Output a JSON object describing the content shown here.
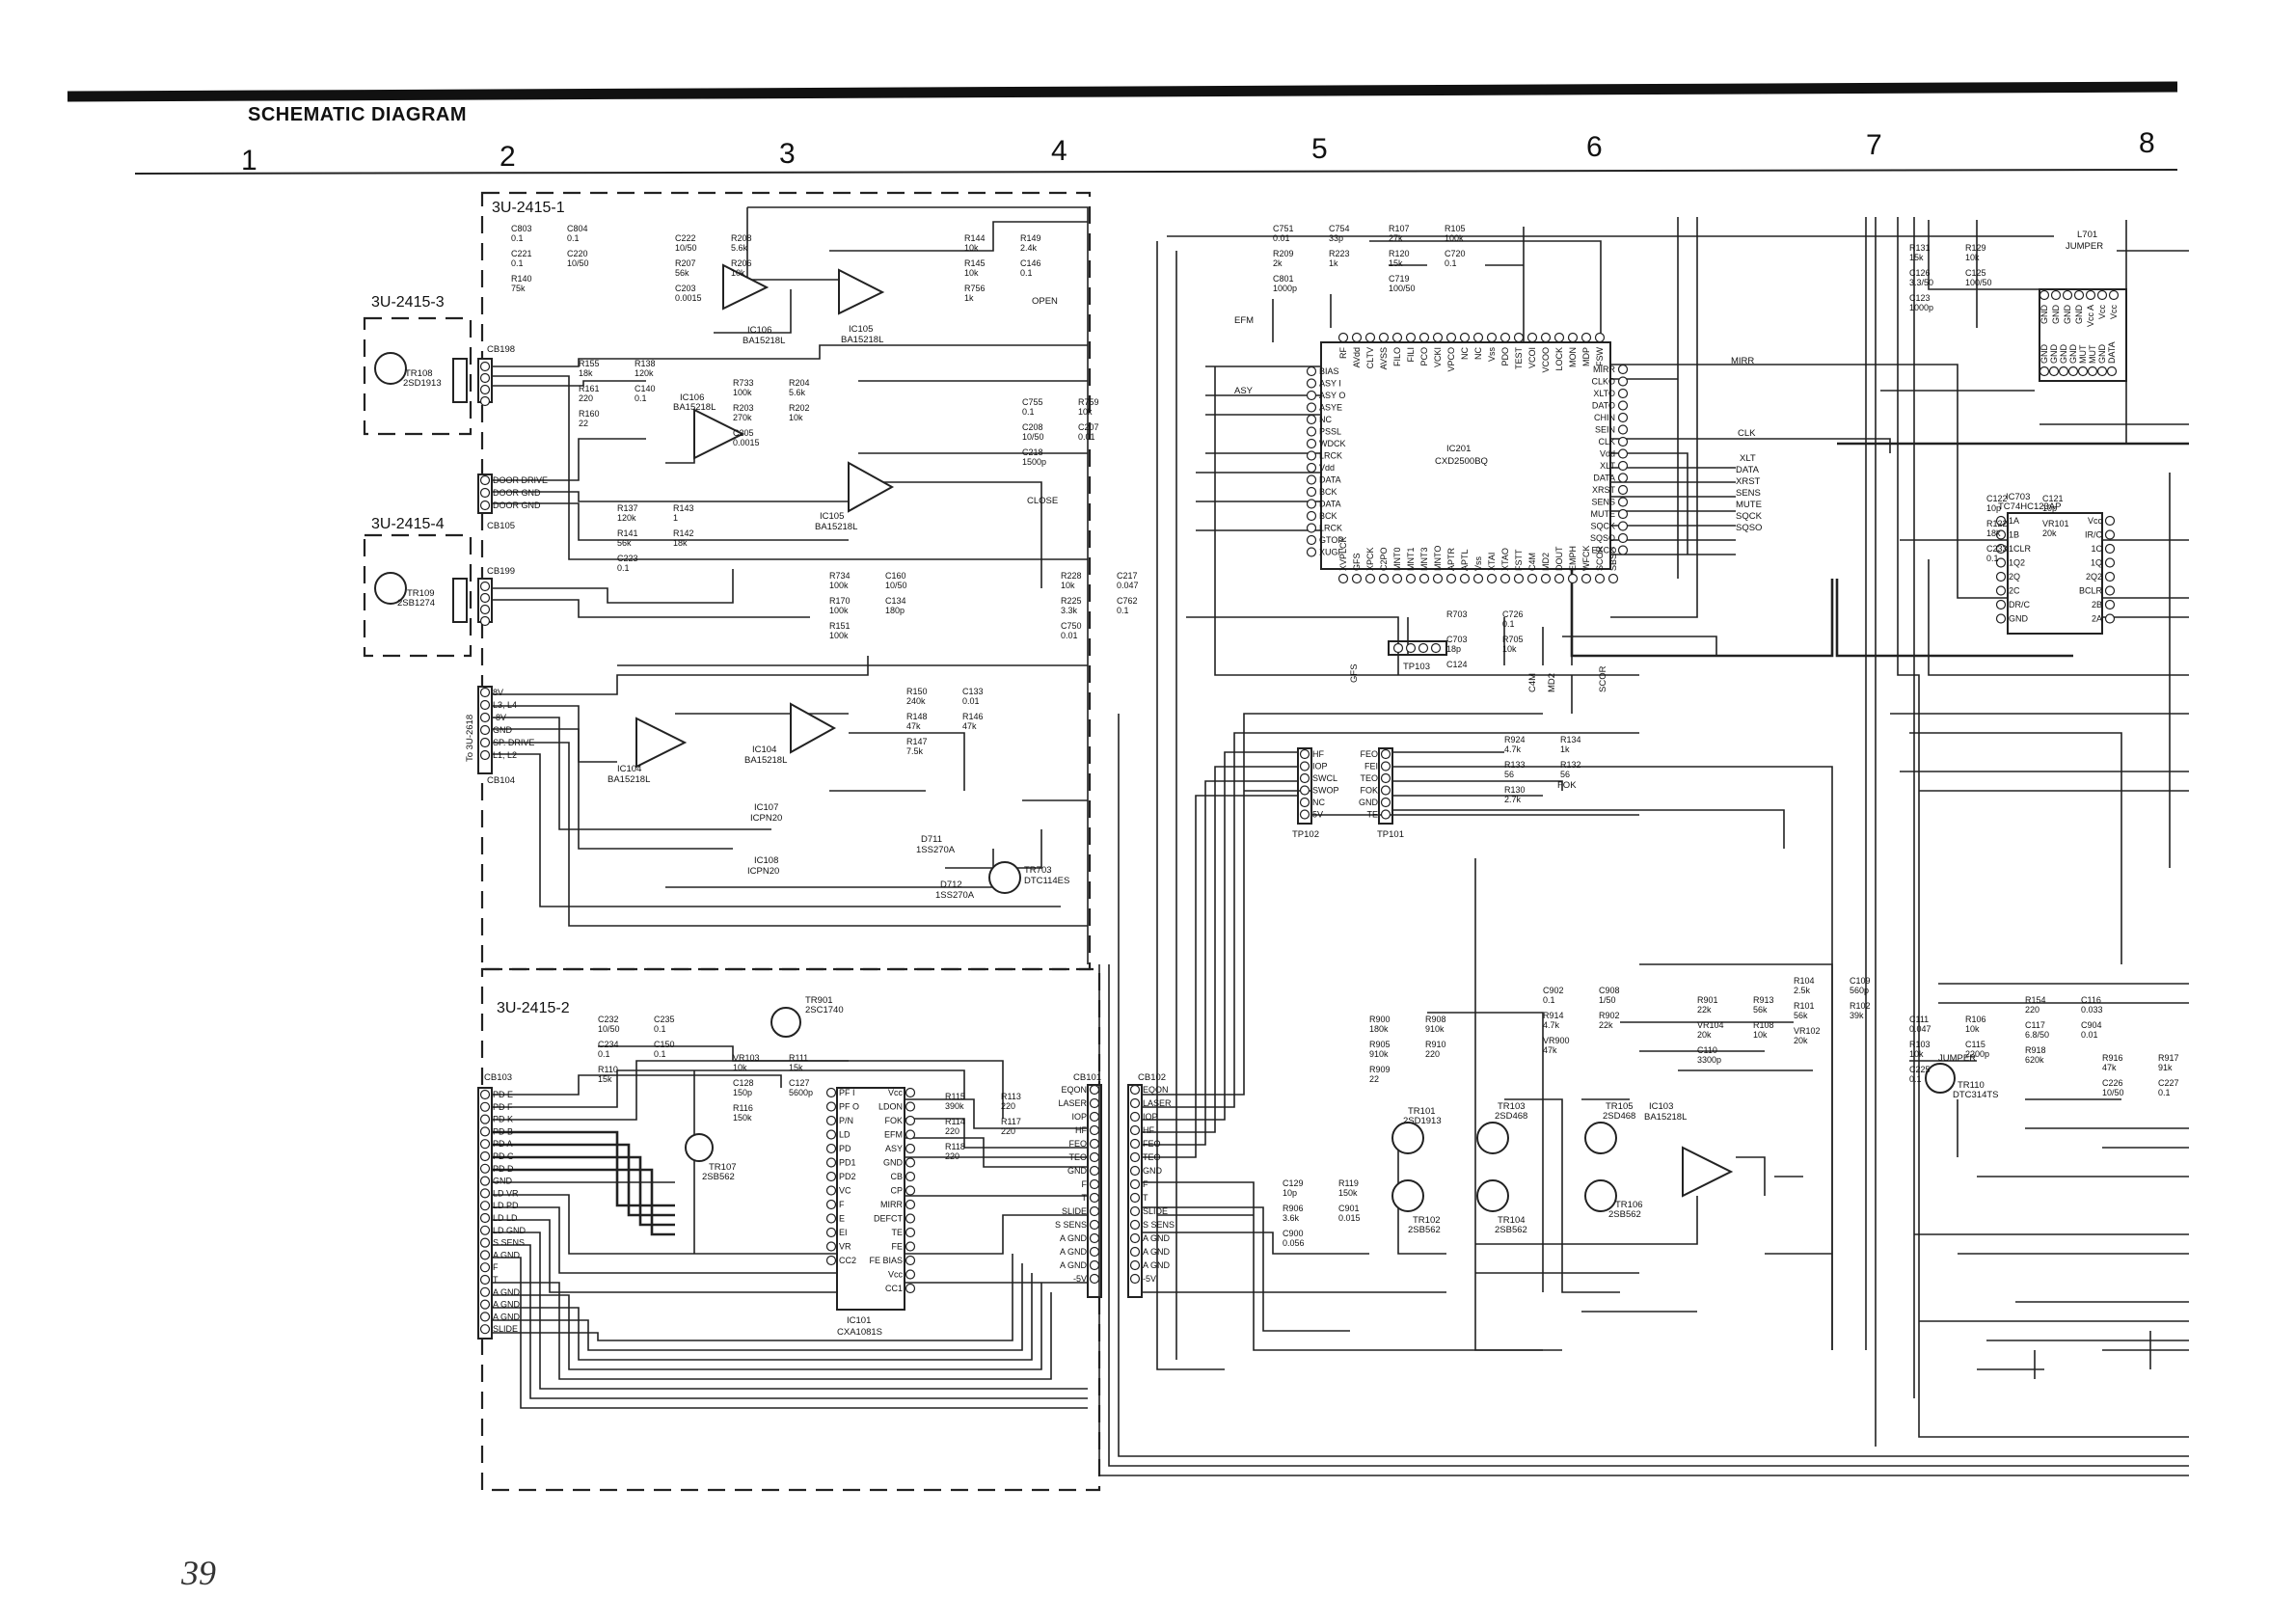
{
  "title": "SCHEMATIC DIAGRAM",
  "page_number": "39",
  "columns": [
    "1",
    "2",
    "3",
    "4",
    "5",
    "6",
    "7",
    "8"
  ],
  "blocks": {
    "b1": "3U-2415-1",
    "b2": "3U-2415-2",
    "b3": "3U-2415-3",
    "b4": "3U-2415-4"
  },
  "ic201": {
    "name": "IC201",
    "part": "CXD2500BQ",
    "left_pins": [
      "BIAS",
      "ASY I",
      "ASY O",
      "ASYE",
      "NC",
      "PSSL",
      "WDCK",
      "LRCK",
      "Vdd",
      "DATA",
      "BCK",
      "DATA",
      "BCK",
      "LRCK",
      "GTOP",
      "XUGF"
    ],
    "right_pins": [
      "MIRR",
      "CLKO",
      "XLTO",
      "DATO",
      "CHIN",
      "SEIN",
      "CLK",
      "Vdd",
      "XLT",
      "DATA",
      "XRST",
      "SENS",
      "MUTE",
      "SQCK",
      "SQSO",
      "EXCK"
    ],
    "top_pins": [
      "RF",
      "AVdd",
      "CLTV",
      "AVSS",
      "FILO",
      "FILI",
      "PCO",
      "VCKI",
      "VPCO",
      "NC",
      "NC",
      "Vss",
      "PDO",
      "TEST",
      "VCOI",
      "VCOO",
      "LOCK",
      "MON",
      "MDP",
      "FSW"
    ],
    "bottom_pins": [
      "XVPLCK",
      "GFS",
      "XPCK",
      "C2PO",
      "MNT0",
      "MNT1",
      "MNT3",
      "MNTO",
      "APTR",
      "APTL",
      "Vss",
      "XTAI",
      "XTAO",
      "FSTT",
      "C4M",
      "MD2",
      "DOUT",
      "EMPH",
      "WFCK",
      "SCOR",
      "SBSO"
    ]
  },
  "ic703": {
    "name": "IC703",
    "part": "TC74HC123AP",
    "left_pins": [
      "1A",
      "1B",
      "1CLR",
      "1Q2",
      "2Q",
      "2C",
      "DR/C",
      "GND"
    ],
    "right_pins": [
      "Vcc",
      "IR/C",
      "1C",
      "1Q",
      "2Q2",
      "BCLR",
      "2B",
      "2A"
    ]
  },
  "ic101": {
    "name": "IC101",
    "part": "CXA1081S",
    "left_pins": [
      "PF I",
      "PF O",
      "P/N",
      "LD",
      "PD",
      "PD1",
      "PD2",
      "VC",
      "F",
      "E",
      "EI",
      "VR",
      "CC2"
    ],
    "right_pins": [
      "Vcc",
      "LDON",
      "FOK",
      "EFM",
      "ASY",
      "GND",
      "CB",
      "CP",
      "MIRR",
      "DEFCT",
      "TE",
      "FE",
      "FE BIAS",
      "Vcc",
      "CC1"
    ]
  },
  "connectors": {
    "cn101": {
      "name": "CB101",
      "pins": [
        "EQON",
        "LASER",
        "IOP",
        "HF",
        "FEO",
        "TEO",
        "GND",
        "F",
        "T",
        "SLIDE",
        "S SENS",
        "A GND",
        "A GND",
        "A GND",
        "-5V"
      ]
    },
    "cn102": {
      "name": "CB102",
      "pins": [
        "EQON",
        "LASER",
        "IOP",
        "HF",
        "FEO",
        "TEO",
        "GND",
        "F",
        "T",
        "SLIDE",
        "S SENS",
        "A GND",
        "A GND",
        "A GND",
        "-5V"
      ]
    },
    "cn103": {
      "name": "CB103",
      "pins": [
        "PD E",
        "PD F",
        "PD K",
        "PD B",
        "PD A",
        "PD C",
        "PD D",
        "GND",
        "LD VR",
        "LD PD",
        "LD LD",
        "LD GND",
        "S SENS",
        "A GND",
        "F",
        "T",
        "A GND",
        "A GND",
        "A GND",
        "SLIDE"
      ]
    },
    "cn104": {
      "name": "CB104",
      "label": "To 3U-2618",
      "pins": [
        "8V",
        "L3, L4",
        "-8V",
        "GND",
        "SP. DRIVE",
        "L1, L2"
      ]
    },
    "cn105": {
      "name": "CB105",
      "pins": [
        "DOOR DRIVE",
        "DOOR GND",
        "DOOR GND"
      ]
    },
    "cn198": {
      "name": "CB198"
    },
    "cn199": {
      "name": "CB199"
    }
  },
  "tp101": {
    "name": "TP101",
    "pins": [
      "FEO",
      "FEI",
      "TEO",
      "FOK",
      "GND",
      "TE"
    ]
  },
  "tp102": {
    "name": "TP102",
    "pins": [
      "HF",
      "IOP",
      "SWCL",
      "SWOP",
      "NC",
      "5V"
    ]
  },
  "tp103": {
    "name": "TP103"
  },
  "ic7xx": {
    "left_pins": [
      "GND",
      "GND",
      "GND",
      "GND",
      "MUT",
      "MUT",
      "GND",
      "DATA"
    ],
    "top_pins": [
      "GND",
      "GND",
      "GND",
      "GND",
      "Vcc A",
      "Vcc",
      "Vcc"
    ]
  },
  "transistors": [
    {
      "ref": "TR108",
      "part": "2SD1913"
    },
    {
      "ref": "TR109",
      "part": "2SB1274"
    },
    {
      "ref": "TR703",
      "part": "DTC114ES"
    },
    {
      "ref": "TR901",
      "part": "2SC1740"
    },
    {
      "ref": "TR107",
      "part": "2SB562"
    },
    {
      "ref": "TR101",
      "part": "2SD1913"
    },
    {
      "ref": "TR102",
      "part": "2SB562"
    },
    {
      "ref": "TR103",
      "part": "2SD468"
    },
    {
      "ref": "TR104",
      "part": "2SB562"
    },
    {
      "ref": "TR105",
      "part": "2SD468"
    },
    {
      "ref": "TR106",
      "part": "2SB562"
    },
    {
      "ref": "TR110",
      "part": "DTC314TS"
    }
  ],
  "opamps": [
    {
      "ref": "IC106",
      "part": "BA15218L"
    },
    {
      "ref": "IC105",
      "part": "BA15218L"
    },
    {
      "ref": "IC106",
      "part": "BA15218L"
    },
    {
      "ref": "IC105",
      "part": "BA15218L"
    },
    {
      "ref": "IC104",
      "part": "BA15218L"
    },
    {
      "ref": "IC104",
      "part": "BA15218L"
    },
    {
      "ref": "IC103",
      "part": "BA15218L"
    }
  ],
  "labels": {
    "efm": "EFM",
    "asy": "ASY",
    "open": "OPEN",
    "close": "CLOSE",
    "mirr": "MIRR",
    "clk": "CLK",
    "xlt": "XLT",
    "data": "DATA",
    "xrst": "XRST",
    "sens": "SENS",
    "mute": "MUTE",
    "sqck": "SQCK",
    "sqso": "SQSO",
    "fok": "FOK",
    "gfs": "GFS",
    "c4m": "C4M",
    "md2": "MD2",
    "scor": "SCOR",
    "jumper1": "JUMPER",
    "jumper2": "JUMPER",
    "l701": "L701",
    "ic107": "IC107",
    "ic107_part": "ICPN20",
    "ic108": "IC108",
    "ic108_part": "ICPN20",
    "d711": "D711",
    "d711_part": "1SS270A",
    "d712": "D712",
    "d712_part": "1SS270A"
  },
  "components": [
    {
      "ref": "C803",
      "val": "0.1"
    },
    {
      "ref": "C804",
      "val": "0.1"
    },
    {
      "ref": "C221",
      "val": "0.1"
    },
    {
      "ref": "C220",
      "val": "10/50"
    },
    {
      "ref": "R140",
      "val": "75k"
    },
    {
      "ref": "R155",
      "val": "18k"
    },
    {
      "ref": "R138",
      "val": "120k"
    },
    {
      "ref": "R161",
      "val": "220"
    },
    {
      "ref": "C140",
      "val": "0.1"
    },
    {
      "ref": "R160",
      "val": "22"
    },
    {
      "ref": "R137",
      "val": "120k"
    },
    {
      "ref": "R143",
      "val": "1"
    },
    {
      "ref": "R141",
      "val": "56k"
    },
    {
      "ref": "R142",
      "val": "18k"
    },
    {
      "ref": "C223",
      "val": "0.1"
    },
    {
      "ref": "C222",
      "val": "10/50"
    },
    {
      "ref": "R208",
      "val": "5.6k"
    },
    {
      "ref": "R207",
      "val": "56k"
    },
    {
      "ref": "R206",
      "val": "10k"
    },
    {
      "ref": "C203",
      "val": "0.0015"
    },
    {
      "ref": "R733",
      "val": "100k"
    },
    {
      "ref": "R204",
      "val": "5.6k"
    },
    {
      "ref": "R203",
      "val": "270k"
    },
    {
      "ref": "R202",
      "val": "10k"
    },
    {
      "ref": "C205",
      "val": "0.0015"
    },
    {
      "ref": "R734",
      "val": "100k"
    },
    {
      "ref": "C160",
      "val": "10/50"
    },
    {
      "ref": "R170",
      "val": "100k"
    },
    {
      "ref": "C134",
      "val": "180p"
    },
    {
      "ref": "R151",
      "val": "100k"
    },
    {
      "ref": "R150",
      "val": "240k"
    },
    {
      "ref": "C133",
      "val": "0.01"
    },
    {
      "ref": "R148",
      "val": "47k"
    },
    {
      "ref": "R146",
      "val": "47k"
    },
    {
      "ref": "R147",
      "val": "7.5k"
    },
    {
      "ref": "R144",
      "val": "10k"
    },
    {
      "ref": "R149",
      "val": "2.4k"
    },
    {
      "ref": "R145",
      "val": "10k"
    },
    {
      "ref": "C146",
      "val": "0.1"
    },
    {
      "ref": "R756",
      "val": "1k"
    },
    {
      "ref": "C755",
      "val": "0.1"
    },
    {
      "ref": "R759",
      "val": "10k"
    },
    {
      "ref": "C208",
      "val": "10/50"
    },
    {
      "ref": "C207",
      "val": "0.01"
    },
    {
      "ref": "C218",
      "val": "1500p"
    },
    {
      "ref": "R228",
      "val": "10k"
    },
    {
      "ref": "C217",
      "val": "0.047"
    },
    {
      "ref": "R225",
      "val": "3.3k"
    },
    {
      "ref": "C762",
      "val": "0.1"
    },
    {
      "ref": "C750",
      "val": "0.01"
    },
    {
      "ref": "C751",
      "val": "0.01"
    },
    {
      "ref": "C754",
      "val": "33p"
    },
    {
      "ref": "R209",
      "val": "2k"
    },
    {
      "ref": "R223",
      "val": "1k"
    },
    {
      "ref": "C801",
      "val": "1000p"
    },
    {
      "ref": "R107",
      "val": "27k"
    },
    {
      "ref": "R105",
      "val": "100k"
    },
    {
      "ref": "R120",
      "val": "15k"
    },
    {
      "ref": "C720",
      "val": "0.1"
    },
    {
      "ref": "C719",
      "val": "100/50"
    },
    {
      "ref": "R703",
      "val": ""
    },
    {
      "ref": "C726",
      "val": "0.1"
    },
    {
      "ref": "C703",
      "val": "18p"
    },
    {
      "ref": "R705",
      "val": "10k"
    },
    {
      "ref": "C124",
      "val": ""
    },
    {
      "ref": "R924",
      "val": "4.7k"
    },
    {
      "ref": "R134",
      "val": "1k"
    },
    {
      "ref": "R133",
      "val": "56"
    },
    {
      "ref": "R132",
      "val": "56"
    },
    {
      "ref": "R130",
      "val": "2.7k"
    },
    {
      "ref": "R131",
      "val": "15k"
    },
    {
      "ref": "R129",
      "val": "10k"
    },
    {
      "ref": "C126",
      "val": "3.3/50"
    },
    {
      "ref": "C125",
      "val": "100/50"
    },
    {
      "ref": "C123",
      "val": "1000p"
    },
    {
      "ref": "C122",
      "val": "10p"
    },
    {
      "ref": "C121",
      "val": "10p"
    },
    {
      "ref": "R122",
      "val": "18k"
    },
    {
      "ref": "VR101",
      "val": "20k"
    },
    {
      "ref": "C233",
      "val": "0.1"
    },
    {
      "ref": "C232",
      "val": "10/50"
    },
    {
      "ref": "C235",
      "val": "0.1"
    },
    {
      "ref": "C234",
      "val": "0.1"
    },
    {
      "ref": "C150",
      "val": "0.1"
    },
    {
      "ref": "R110",
      "val": "15k"
    },
    {
      "ref": "VR103",
      "val": "10k"
    },
    {
      "ref": "R111",
      "val": "15k"
    },
    {
      "ref": "C128",
      "val": "150p"
    },
    {
      "ref": "C127",
      "val": "5600p"
    },
    {
      "ref": "R116",
      "val": "150k"
    },
    {
      "ref": "R115",
      "val": "390k"
    },
    {
      "ref": "R113",
      "val": "220"
    },
    {
      "ref": "R114",
      "val": "220"
    },
    {
      "ref": "R117",
      "val": "220"
    },
    {
      "ref": "R118",
      "val": "220"
    },
    {
      "ref": "C129",
      "val": "10p"
    },
    {
      "ref": "R119",
      "val": "150k"
    },
    {
      "ref": "R906",
      "val": "3.6k"
    },
    {
      "ref": "C901",
      "val": "0.015"
    },
    {
      "ref": "C900",
      "val": "0.056"
    },
    {
      "ref": "R900",
      "val": "180k"
    },
    {
      "ref": "R908",
      "val": "910k"
    },
    {
      "ref": "R905",
      "val": "910k"
    },
    {
      "ref": "R910",
      "val": "220"
    },
    {
      "ref": "R909",
      "val": "22"
    },
    {
      "ref": "C902",
      "val": "0.1"
    },
    {
      "ref": "C908",
      "val": "1/50"
    },
    {
      "ref": "R914",
      "val": "4.7k"
    },
    {
      "ref": "R902",
      "val": "22k"
    },
    {
      "ref": "VR900",
      "val": "47k"
    },
    {
      "ref": "R901",
      "val": "22k"
    },
    {
      "ref": "R913",
      "val": "56k"
    },
    {
      "ref": "VR104",
      "val": "20k"
    },
    {
      "ref": "R108",
      "val": "10k"
    },
    {
      "ref": "C110",
      "val": "3300p"
    },
    {
      "ref": "R104",
      "val": "2.5k"
    },
    {
      "ref": "C109",
      "val": "560p"
    },
    {
      "ref": "R101",
      "val": "56k"
    },
    {
      "ref": "R102",
      "val": "39k"
    },
    {
      "ref": "VR102",
      "val": "20k"
    },
    {
      "ref": "C111",
      "val": "0.047"
    },
    {
      "ref": "R106",
      "val": "10k"
    },
    {
      "ref": "R103",
      "val": "10k"
    },
    {
      "ref": "C115",
      "val": "2200p"
    },
    {
      "ref": "C225",
      "val": "0.1"
    },
    {
      "ref": "R154",
      "val": "220"
    },
    {
      "ref": "C116",
      "val": "0.033"
    },
    {
      "ref": "C117",
      "val": "6.8/50"
    },
    {
      "ref": "C904",
      "val": "0.01"
    },
    {
      "ref": "R918",
      "val": "620k"
    },
    {
      "ref": "R916",
      "val": "47k"
    },
    {
      "ref": "R917",
      "val": "91k"
    },
    {
      "ref": "C226",
      "val": "10/50"
    },
    {
      "ref": "C227",
      "val": "0.1"
    }
  ]
}
